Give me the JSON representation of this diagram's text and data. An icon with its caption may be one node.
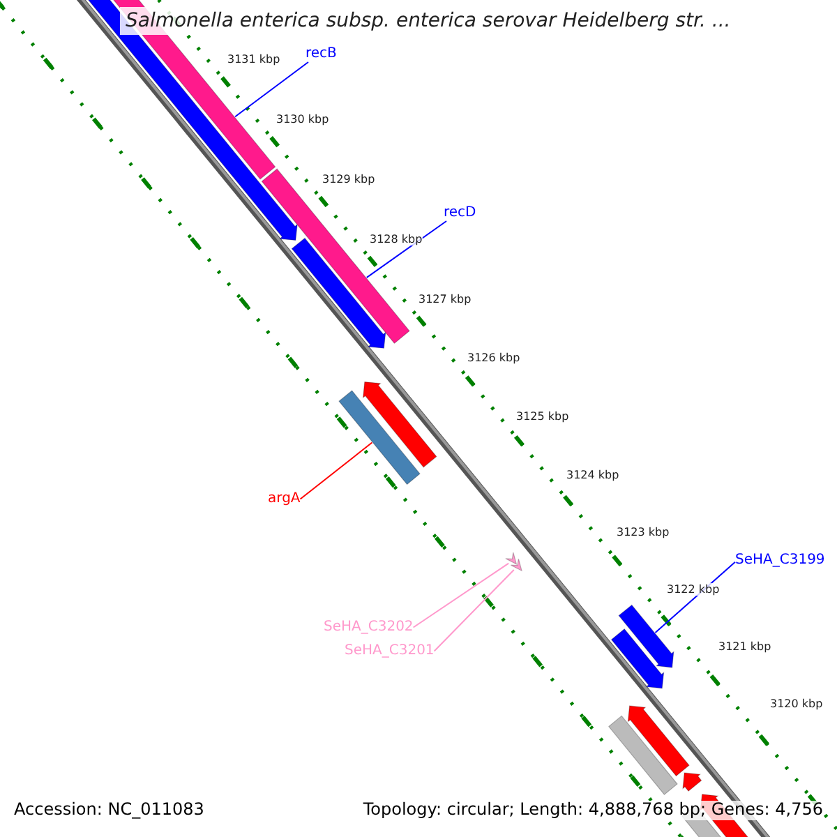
{
  "diagram": {
    "title": "Salmonella enterica subsp. enterica serovar Heidelberg str. ...",
    "nodes": [
      {
        "text": [
          "recB"
        ]
      },
      {
        "text": [],
        "shape": "bar"
      },
      {
        "text": [
          "recD"
        ]
      },
      {
        "text": [],
        "shape": "bar"
      },
      {
        "text": [
          "argA"
        ]
      },
      {
        "text": [],
        "shape": "bar"
      },
      {
        "text": [
          "SeHA_C3202"
        ]
      },
      {
        "text": [
          "SeHA_C3201"
        ]
      },
      {
        "text": [],
        "shape": "arrow"
      },
      {
        "text": [],
        "shape": "arrow"
      },
      {
        "text": [
          "SeHA_C3199"
        ]
      },
      {
        "text": [],
        "shape": "bar"
      }
    ],
    "edges": [
      {
        "from": 0,
        "to": 1,
        "arrow": "none"
      },
      {
        "from": 2,
        "to": 3,
        "arrow": "none"
      },
      {
        "from": 4,
        "to": 5,
        "arrow": "none",
        "color": "#ff0000"
      },
      {
        "from": 6,
        "to": 8,
        "arrow": "none",
        "color": "#ff99cc"
      },
      {
        "from": 7,
        "to": 9,
        "arrow": "none",
        "color": "#ff99cc"
      },
      {
        "from": 10,
        "to": 11,
        "arrow": "none"
      }
    ],
    "labels": [
      "3131 kbp",
      "3130 kbp",
      "3129 kbp",
      "3128 kbp",
      "3127 kbp",
      "3126 kbp",
      "3125 kbp",
      "3124 kbp",
      "3123 kbp",
      "3122 kbp",
      "3121 kbp",
      "3120 kbp",
      "Accession: NC_011083",
      "Topology: circular; Length: 4,888,768 bp; Genes: 4,756"
    ]
  }
}
